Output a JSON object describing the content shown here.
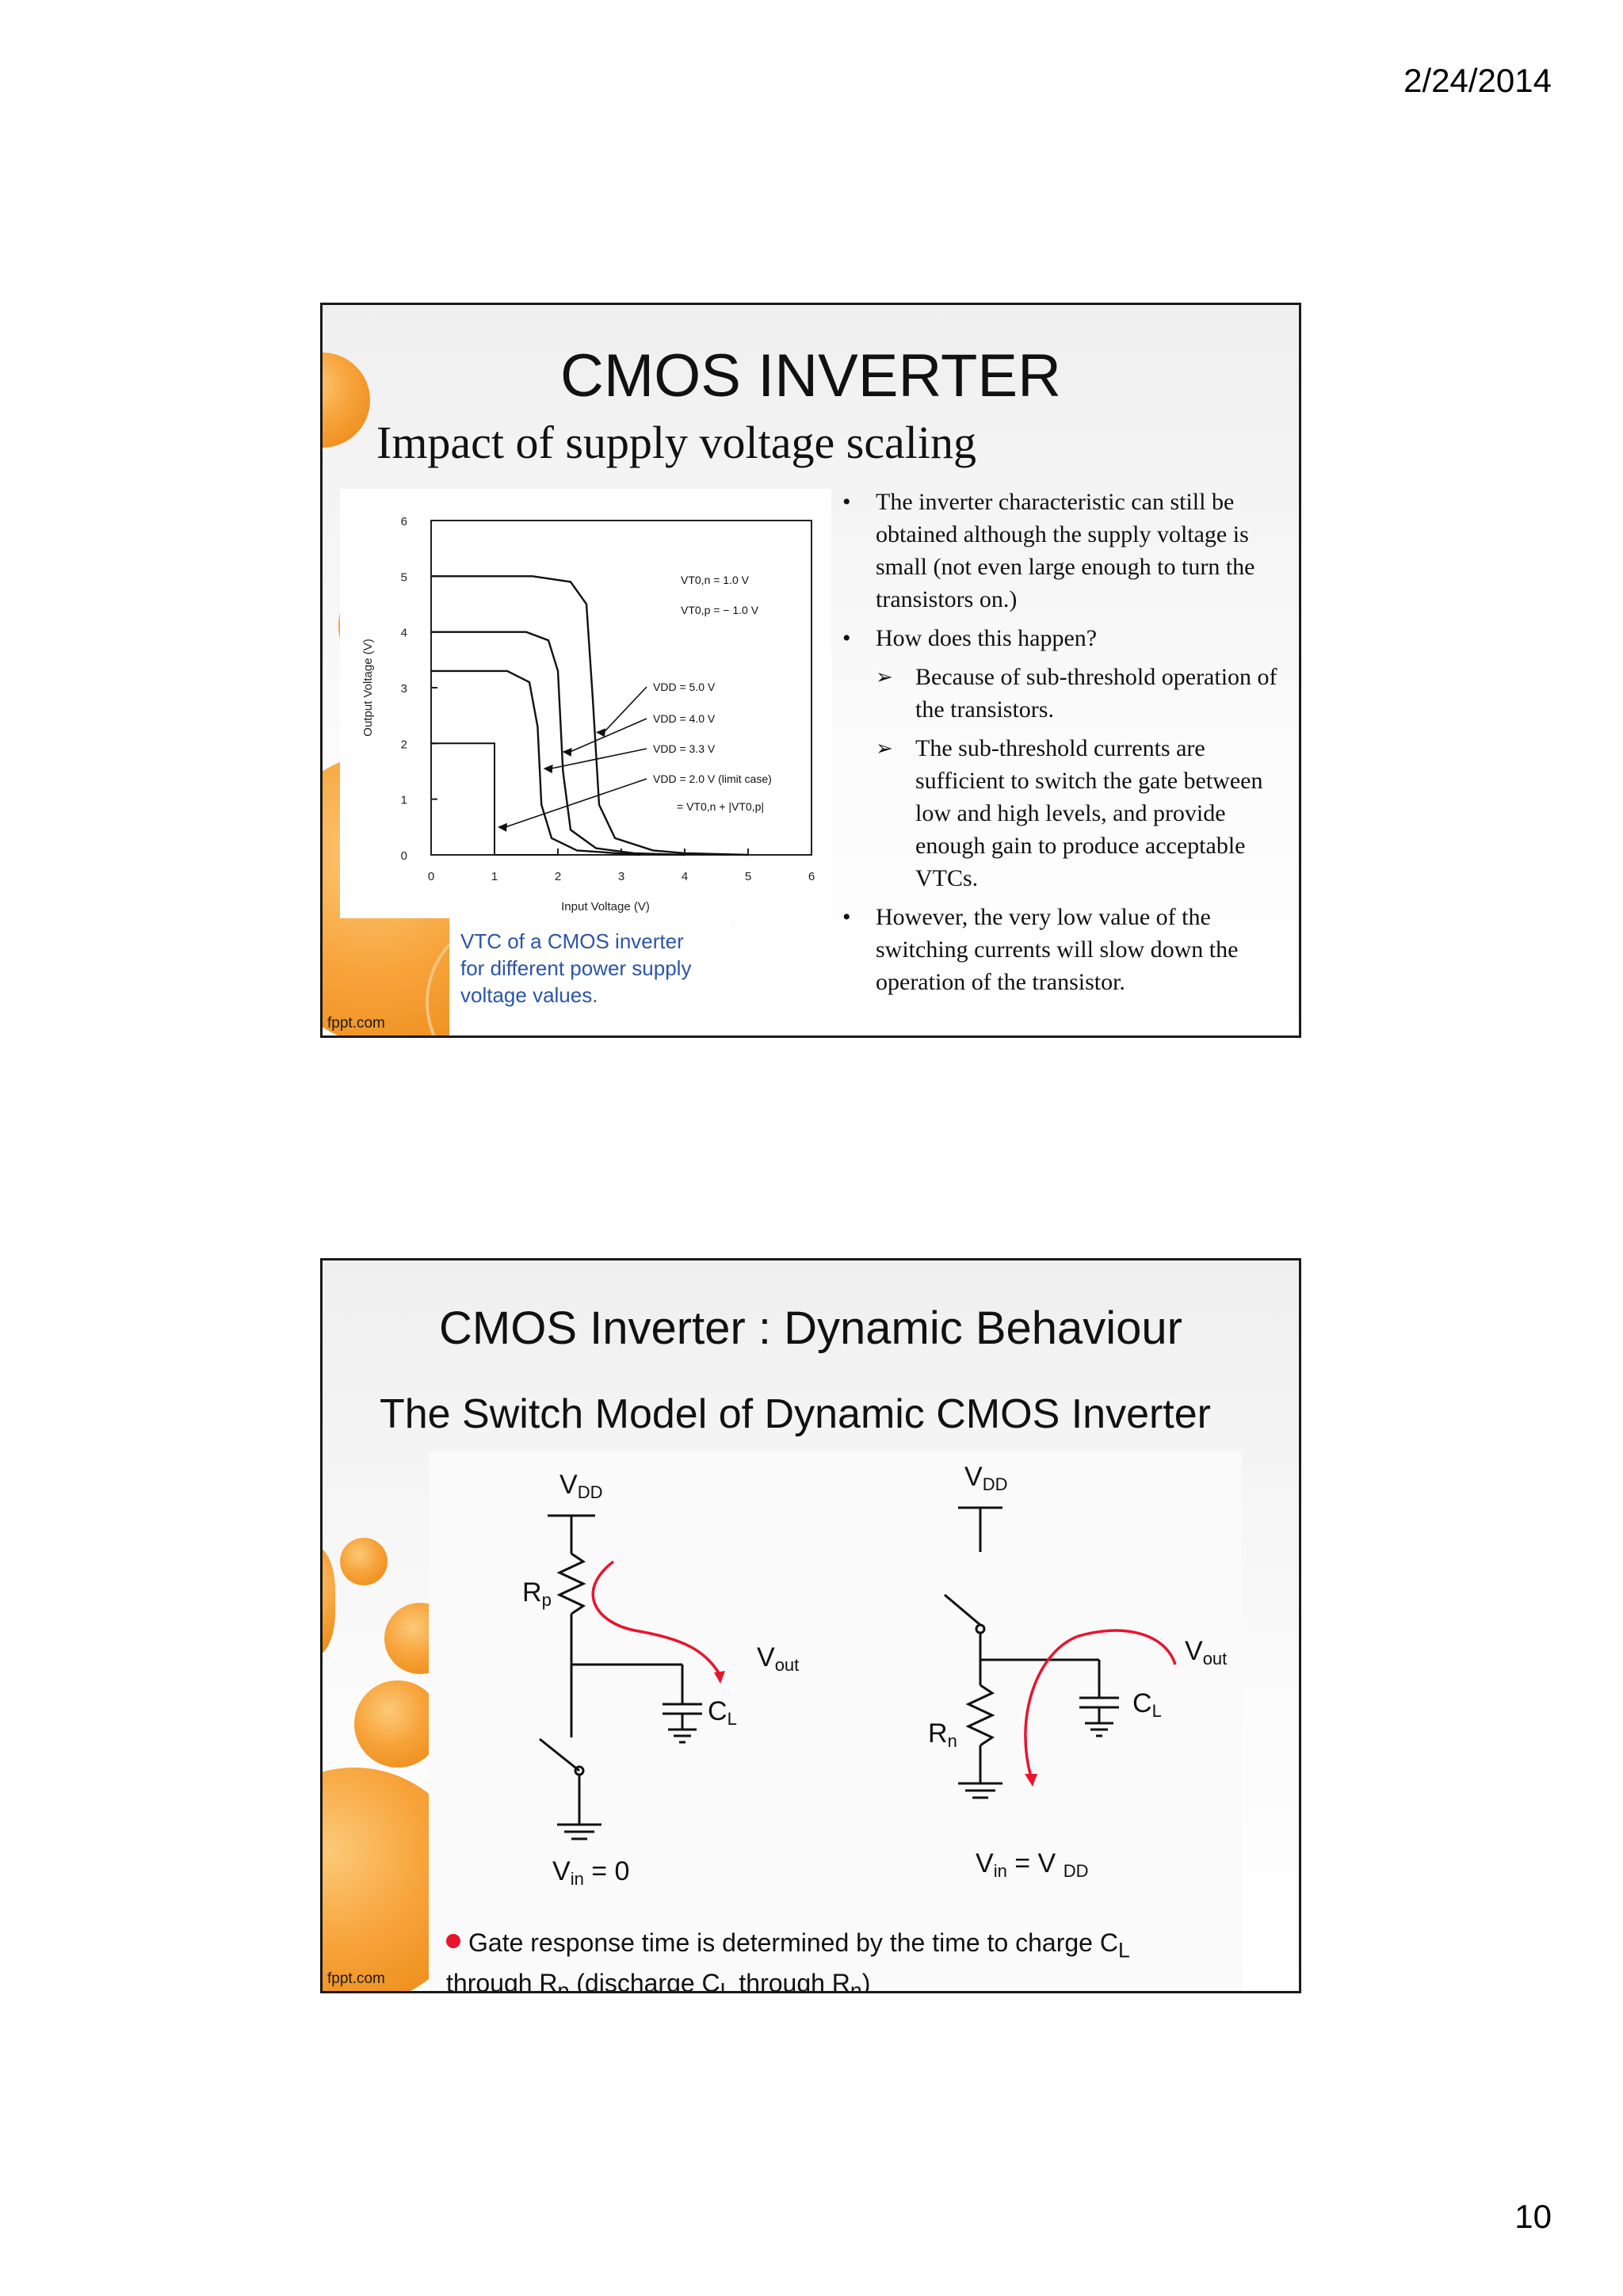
{
  "page": {
    "date": "2/24/2014",
    "number": "10"
  },
  "slide1": {
    "title": "CMOS INVERTER",
    "subtitle": "Impact of supply voltage scaling",
    "watermark": "fppt.com",
    "caption": [
      "VTC of a CMOS inverter",
      "for different power supply",
      "voltage values."
    ],
    "bullets": [
      {
        "level": 1,
        "marker": "•",
        "text": "The inverter characteristic can still be obtained although  the supply voltage is small (not even large enough to turn the transistors on.)"
      },
      {
        "level": 1,
        "marker": "•",
        "text": "How does this happen?"
      },
      {
        "level": 2,
        "marker": "➢",
        "text": " Because of sub-threshold operation of the transistors."
      },
      {
        "level": 2,
        "marker": "➢",
        "text": " The sub-threshold currents are sufficient to switch the gate between low and high levels, and provide enough  gain to produce acceptable VTCs."
      },
      {
        "level": 1,
        "marker": "•",
        "text": " However, the very low value of the switching currents will slow down the operation of the transistor."
      }
    ],
    "chart_data": {
      "type": "line",
      "xlabel": "Input Voltage  (V)",
      "ylabel": "Output Voltage  (V)",
      "xlim": [
        0,
        6
      ],
      "ylim": [
        0,
        6
      ],
      "x_ticks": [
        "0",
        "1",
        "2",
        "3",
        "4",
        "5",
        "6"
      ],
      "y_ticks": [
        "0",
        "1",
        "2",
        "3",
        "4",
        "5",
        "6"
      ],
      "annotations": [
        {
          "lines": [
            "VT0,n = 1.0 V",
            "VT0,p = − 1.0 V"
          ]
        }
      ],
      "series": [
        {
          "name": "VDD = 5.0 V",
          "vdd": 5.0,
          "points": [
            [
              0,
              5.0
            ],
            [
              1.6,
              5.0
            ],
            [
              2.2,
              4.9
            ],
            [
              2.45,
              4.5
            ],
            [
              2.55,
              2.8
            ],
            [
              2.65,
              0.9
            ],
            [
              2.9,
              0.3
            ],
            [
              3.5,
              0.08
            ],
            [
              4,
              0.03
            ],
            [
              5,
              0.0
            ]
          ]
        },
        {
          "name": "VDD = 4.0 V",
          "vdd": 4.0,
          "points": [
            [
              0,
              4.0
            ],
            [
              1.5,
              4.0
            ],
            [
              1.85,
              3.85
            ],
            [
              2.0,
              3.3
            ],
            [
              2.08,
              1.5
            ],
            [
              2.2,
              0.45
            ],
            [
              2.6,
              0.12
            ],
            [
              3.2,
              0.03
            ],
            [
              4,
              0.0
            ]
          ]
        },
        {
          "name": "VDD = 3.3 V",
          "vdd": 3.3,
          "points": [
            [
              0,
              3.3
            ],
            [
              1.2,
              3.3
            ],
            [
              1.55,
              3.1
            ],
            [
              1.68,
              2.3
            ],
            [
              1.74,
              0.9
            ],
            [
              1.9,
              0.3
            ],
            [
              2.3,
              0.08
            ],
            [
              3.3,
              0.0
            ]
          ]
        },
        {
          "name": "VDD = 2.0 V  (limit case)",
          "vdd": 2.0,
          "points": [
            [
              0,
              2.0
            ],
            [
              1.0,
              2.0
            ],
            [
              1.0,
              0.0
            ],
            [
              2.0,
              0.0
            ]
          ]
        }
      ],
      "limit_case_note": "= VT0,n + |VT0,p|"
    }
  },
  "slide2": {
    "title": "CMOS Inverter : Dynamic Behaviour",
    "subtitle": "The Switch Model of Dynamic CMOS Inverter",
    "watermark": "fppt.com",
    "left": {
      "vdd": "VDD",
      "resistor": "Rp",
      "out": "Vout",
      "cap": "CL",
      "vin": "Vin = 0"
    },
    "right": {
      "vdd": "VDD",
      "resistor": "Rn",
      "out": "Vout",
      "cap": "CL",
      "vin": "Vin = V DD"
    },
    "note": {
      "line1_a": "Gate response time is determined by the time to charge C",
      "line1_sub": "L",
      "line2_a": "through R",
      "line2_sub1": "p",
      "line2_b": " (discharge C",
      "line2_sub2": "L",
      "line2_c": " through R",
      "line2_sub3": "n",
      "line2_d": ")"
    },
    "colors": {
      "arrow": "#e8142e",
      "accent": "#f7a33a"
    }
  }
}
